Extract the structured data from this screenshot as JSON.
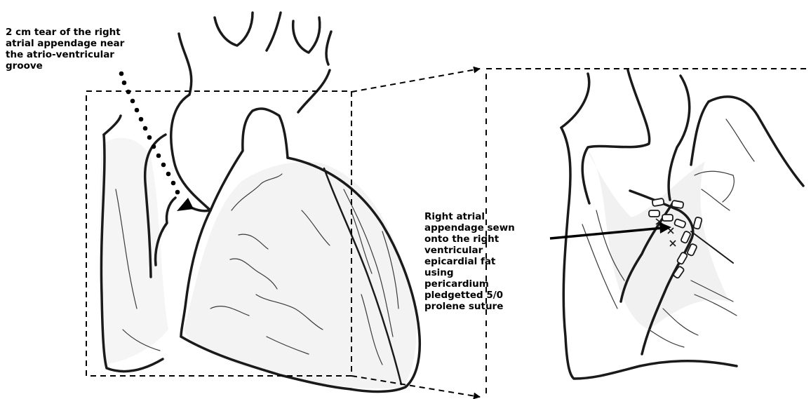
{
  "annotations": {
    "tear": {
      "lines": [
        "2 cm tear of the right",
        "atrial appendage near",
        "the atrio-ventricular",
        "groove"
      ]
    },
    "repair": {
      "lines": [
        "Right atrial",
        "appendage sewn",
        "onto the right",
        "ventricular",
        "epicardial fat",
        "using",
        "pericardium",
        "pledgetted 5/0",
        "prolene suture"
      ]
    }
  },
  "colors": {
    "ink": "#000000",
    "sketch_outline": "#1a1a1a",
    "shading": "#d6d6d6"
  }
}
